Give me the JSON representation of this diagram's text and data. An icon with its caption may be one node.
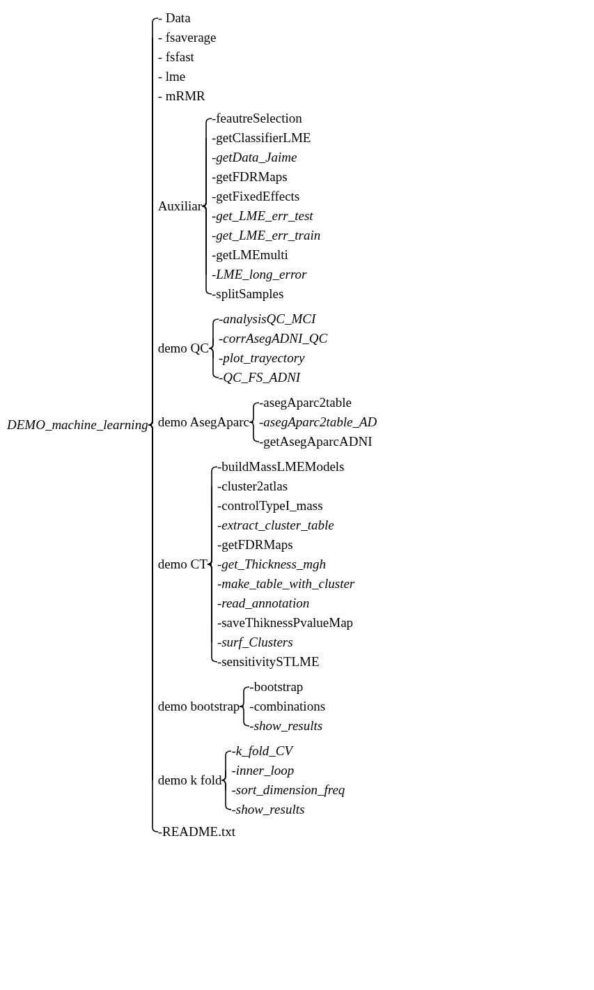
{
  "diagram": {
    "nodes": [
      {
        "text": [
          "DEMO_machine_learning"
        ]
      },
      {
        "text": [
          "- Data"
        ]
      },
      {
        "text": [
          "- fsaverage"
        ]
      },
      {
        "text": [
          "- fsfast"
        ]
      },
      {
        "text": [
          "- lme"
        ]
      },
      {
        "text": [
          "- mRMR"
        ]
      },
      {
        "text": [
          "Auxiliar"
        ]
      },
      {
        "text": [
          "-feautreSelection"
        ]
      },
      {
        "text": [
          "-getClassifierLME"
        ]
      },
      {
        "text": [
          "-*getData_Jaime*"
        ]
      },
      {
        "text": [
          "-getFDRMaps"
        ]
      },
      {
        "text": [
          "-getFixedEffects"
        ]
      },
      {
        "text": [
          "-*get_LME_err_test*"
        ]
      },
      {
        "text": [
          "-*get_LME_err_train*"
        ]
      },
      {
        "text": [
          "-getLMEmulti"
        ]
      },
      {
        "text": [
          "-*LME_long_error*"
        ]
      },
      {
        "text": [
          "-splitSamples"
        ]
      },
      {
        "text": [
          "demo QC"
        ]
      },
      {
        "text": [
          "-*analysisQC_MCI*"
        ]
      },
      {
        "text": [
          "-*corrAsegADNI_QC*"
        ]
      },
      {
        "text": [
          "-*plot_trayectory*"
        ]
      },
      {
        "text": [
          "-*QC_FS_ADNI*"
        ]
      },
      {
        "text": [
          "demo AsegAparc"
        ]
      },
      {
        "text": [
          "-asegAparc2table"
        ]
      },
      {
        "text": [
          "-*asegAparc2table_AD*"
        ]
      },
      {
        "text": [
          "-getAsegAparcADNI"
        ]
      },
      {
        "text": [
          "demo CT"
        ]
      },
      {
        "text": [
          "-buildMassLMEModels"
        ]
      },
      {
        "text": [
          "-cluster2atlas"
        ]
      },
      {
        "text": [
          "-controlTypeI_mass"
        ]
      },
      {
        "text": [
          "-*extract_cluster_table*"
        ]
      },
      {
        "text": [
          "-getFDRMaps"
        ]
      },
      {
        "text": [
          "-*get_Thickness_mgh*"
        ]
      },
      {
        "text": [
          "-*make_table_with_cluster*"
        ]
      },
      {
        "text": [
          "-*read_annotation*"
        ]
      },
      {
        "text": [
          "-saveThiknessPvalueMap"
        ]
      },
      {
        "text": [
          "-*surf_Clusters*"
        ]
      },
      {
        "text": [
          "-sensitivitySTLME"
        ]
      },
      {
        "text": [
          "demo bootstrap"
        ]
      },
      {
        "text": [
          "-bootstrap"
        ]
      },
      {
        "text": [
          "-combinations"
        ]
      },
      {
        "text": [
          "-*show_results*"
        ]
      },
      {
        "text": [
          "demo k fold"
        ]
      },
      {
        "text": [
          "-*k_fold_CV*"
        ]
      },
      {
        "text": [
          "-*inner_loop*"
        ]
      },
      {
        "text": [
          "-*sort_dimension_freq*"
        ]
      },
      {
        "text": [
          "-*show_results*"
        ]
      },
      {
        "text": [
          "-README.txt"
        ]
      }
    ],
    "edges": [
      {
        "from": 0,
        "to": 1,
        "arrow": "none"
      },
      {
        "from": 0,
        "to": 2,
        "arrow": "none"
      },
      {
        "from": 0,
        "to": 3,
        "arrow": "none"
      },
      {
        "from": 0,
        "to": 4,
        "arrow": "none"
      },
      {
        "from": 0,
        "to": 5,
        "arrow": "none"
      },
      {
        "from": 0,
        "to": 6,
        "arrow": "none"
      },
      {
        "from": 6,
        "to": 7,
        "arrow": "none"
      },
      {
        "from": 6,
        "to": 8,
        "arrow": "none"
      },
      {
        "from": 6,
        "to": 9,
        "arrow": "none"
      },
      {
        "from": 6,
        "to": 10,
        "arrow": "none"
      },
      {
        "from": 6,
        "to": 11,
        "arrow": "none"
      },
      {
        "from": 6,
        "to": 12,
        "arrow": "none"
      },
      {
        "from": 6,
        "to": 13,
        "arrow": "none"
      },
      {
        "from": 6,
        "to": 14,
        "arrow": "none"
      },
      {
        "from": 6,
        "to": 15,
        "arrow": "none"
      },
      {
        "from": 6,
        "to": 16,
        "arrow": "none"
      },
      {
        "from": 0,
        "to": 17,
        "arrow": "none"
      },
      {
        "from": 17,
        "to": 18,
        "arrow": "none"
      },
      {
        "from": 17,
        "to": 19,
        "arrow": "none"
      },
      {
        "from": 17,
        "to": 20,
        "arrow": "none"
      },
      {
        "from": 17,
        "to": 21,
        "arrow": "none"
      },
      {
        "from": 0,
        "to": 22,
        "arrow": "none"
      },
      {
        "from": 22,
        "to": 23,
        "arrow": "none"
      },
      {
        "from": 22,
        "to": 24,
        "arrow": "none"
      },
      {
        "from": 22,
        "to": 25,
        "arrow": "none"
      },
      {
        "from": 0,
        "to": 26,
        "arrow": "none"
      },
      {
        "from": 26,
        "to": 27,
        "arrow": "none"
      },
      {
        "from": 26,
        "to": 28,
        "arrow": "none"
      },
      {
        "from": 26,
        "to": 29,
        "arrow": "none"
      },
      {
        "from": 26,
        "to": 30,
        "arrow": "none"
      },
      {
        "from": 26,
        "to": 31,
        "arrow": "none"
      },
      {
        "from": 26,
        "to": 32,
        "arrow": "none"
      },
      {
        "from": 26,
        "to": 33,
        "arrow": "none"
      },
      {
        "from": 26,
        "to": 34,
        "arrow": "none"
      },
      {
        "from": 26,
        "to": 35,
        "arrow": "none"
      },
      {
        "from": 26,
        "to": 36,
        "arrow": "none"
      },
      {
        "from": 26,
        "to": 37,
        "arrow": "none"
      },
      {
        "from": 0,
        "to": 38,
        "arrow": "none"
      },
      {
        "from": 38,
        "to": 39,
        "arrow": "none"
      },
      {
        "from": 38,
        "to": 40,
        "arrow": "none"
      },
      {
        "from": 38,
        "to": 41,
        "arrow": "none"
      },
      {
        "from": 0,
        "to": 42,
        "arrow": "none"
      },
      {
        "from": 42,
        "to": 43,
        "arrow": "none"
      },
      {
        "from": 42,
        "to": 44,
        "arrow": "none"
      },
      {
        "from": 42,
        "to": 45,
        "arrow": "none"
      },
      {
        "from": 42,
        "to": 46,
        "arrow": "none"
      },
      {
        "from": 0,
        "to": 47,
        "arrow": "none"
      }
    ]
  }
}
